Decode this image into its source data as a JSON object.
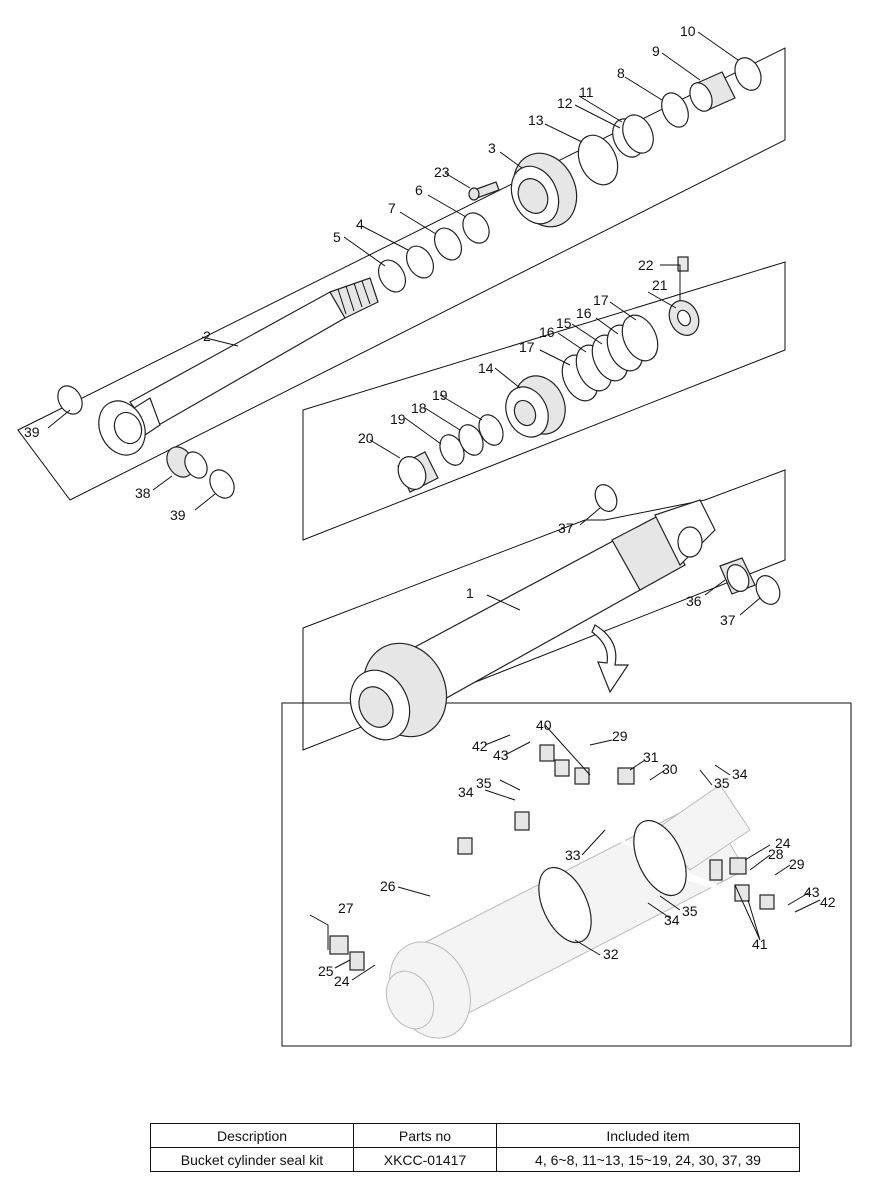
{
  "callouts": [
    "1",
    "2",
    "3",
    "4",
    "5",
    "6",
    "7",
    "8",
    "9",
    "10",
    "11",
    "12",
    "13",
    "14",
    "15",
    "16",
    "17",
    "18",
    "19",
    "20",
    "21",
    "22",
    "23",
    "24",
    "25",
    "26",
    "27",
    "28",
    "29",
    "30",
    "31",
    "32",
    "33",
    "34",
    "35",
    "36",
    "37",
    "38",
    "39",
    "40",
    "41",
    "42",
    "43"
  ],
  "table": {
    "headers": [
      "Description",
      "Parts no",
      "Included item"
    ],
    "rows": [
      [
        "Bucket cylinder seal kit",
        "XKCC-01417",
        "4, 6~8, 11~13, 15~19, 24, 30, 37, 39"
      ]
    ]
  }
}
